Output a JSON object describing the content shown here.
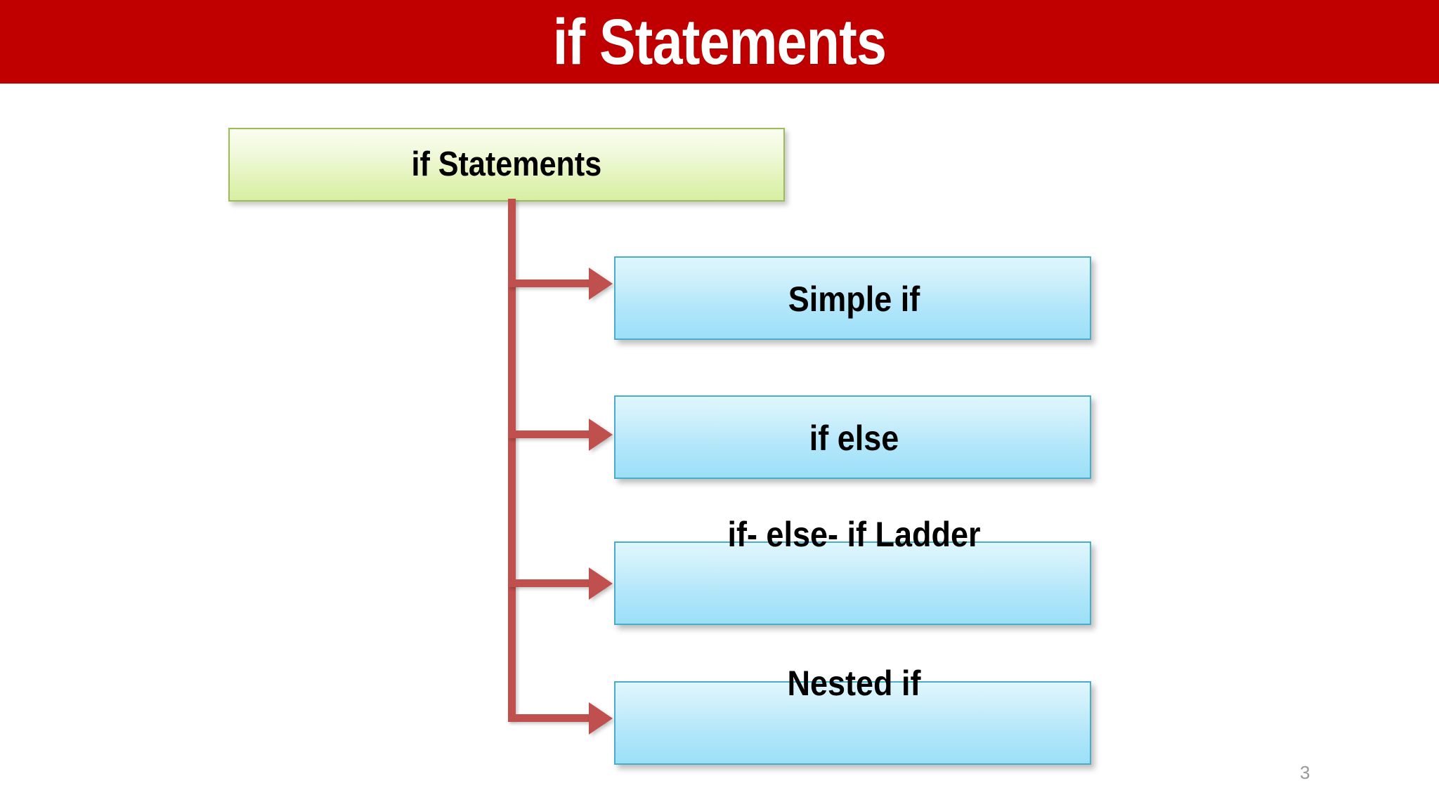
{
  "slide": {
    "title": "if Statements",
    "number": "3",
    "background_color": "#FFFFFF"
  },
  "title_band": {
    "color": "#C00000",
    "text_color": "#FFFFFF"
  },
  "diagram": {
    "type": "tree",
    "root": {
      "label": "if Statements",
      "fill_top": "#FAFDF0",
      "fill_bottom": "#D6EFA2",
      "border_color": "#9EBB59"
    },
    "connector": {
      "color": "#C0504D",
      "style": "elbow-arrow"
    },
    "leaves": [
      {
        "label": "Simple if",
        "fill_top": "#DFF6FD",
        "fill_bottom": "#9BE0F8",
        "border_color": "#4BACC6"
      },
      {
        "label": "if else",
        "fill_top": "#DFF6FD",
        "fill_bottom": "#9BE0F8",
        "border_color": "#4BACC6"
      },
      {
        "label": "if- else- if Ladder",
        "fill_top": "#DFF6FD",
        "fill_bottom": "#9BE0F8",
        "border_color": "#4BACC6"
      },
      {
        "label": "Nested if",
        "fill_top": "#DFF6FD",
        "fill_bottom": "#9BE0F8",
        "border_color": "#4BACC6"
      }
    ]
  }
}
